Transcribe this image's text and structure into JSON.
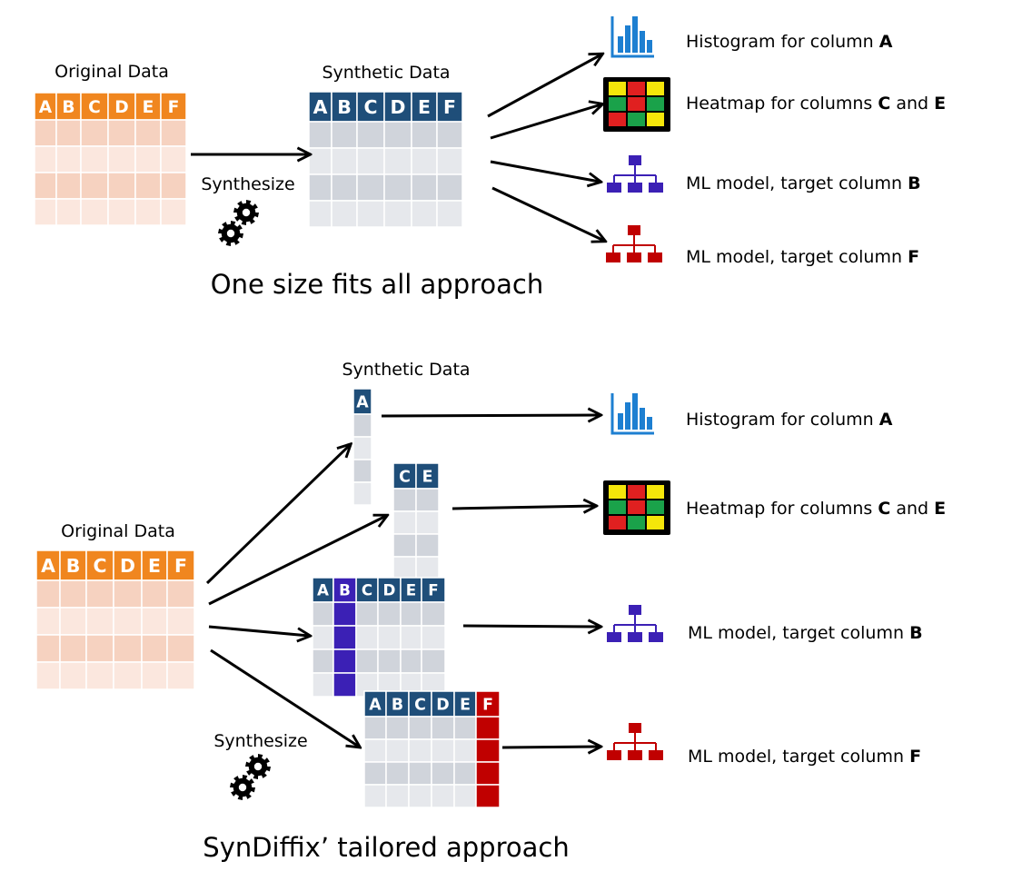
{
  "top": {
    "original_title": "Original Data",
    "synthetic_title": "Synthetic Data",
    "synthesize_label": "Synthesize",
    "caption": "One size fits all approach",
    "original_headers": [
      "A",
      "B",
      "C",
      "D",
      "E",
      "F"
    ],
    "synthetic_headers": [
      "A",
      "B",
      "C",
      "D",
      "E",
      "F"
    ],
    "outputs": [
      {
        "prefix": "Histogram for column ",
        "col1": "A",
        "mid": "",
        "col2": "",
        "icon": "histogram-icon"
      },
      {
        "prefix": "Heatmap for columns ",
        "col1": "C",
        "mid": " and ",
        "col2": "E",
        "icon": "heatmap-icon"
      },
      {
        "prefix": "ML model, target column ",
        "col1": "B",
        "mid": "",
        "col2": "",
        "icon": "ml-model-icon"
      },
      {
        "prefix": "ML model, target column ",
        "col1": "F",
        "mid": "",
        "col2": "",
        "icon": "ml-model-icon"
      }
    ]
  },
  "bottom": {
    "original_title": "Original Data",
    "synthetic_title": "Synthetic Data",
    "synthesize_label": "Synthesize",
    "caption": "SynDiffix’ tailored approach",
    "original_headers": [
      "A",
      "B",
      "C",
      "D",
      "E",
      "F"
    ],
    "table_a_headers": [
      "A"
    ],
    "table_ce_headers": [
      "C",
      "E"
    ],
    "table_b_headers": [
      "A",
      "B",
      "C",
      "D",
      "E",
      "F"
    ],
    "table_f_headers": [
      "A",
      "B",
      "C",
      "D",
      "E",
      "F"
    ],
    "outputs": [
      {
        "prefix": "Histogram for column ",
        "col1": "A",
        "mid": "",
        "col2": "",
        "icon": "histogram-icon"
      },
      {
        "prefix": "Heatmap for columns ",
        "col1": "C",
        "mid": " and ",
        "col2": "E",
        "icon": "heatmap-icon"
      },
      {
        "prefix": "ML model, target column ",
        "col1": "B",
        "mid": "",
        "col2": "",
        "icon": "ml-model-icon"
      },
      {
        "prefix": "ML model, target column ",
        "col1": "F",
        "mid": "",
        "col2": "",
        "icon": "ml-model-icon"
      }
    ]
  },
  "colors": {
    "orange": "#f0861f",
    "blue_header": "#1f4e79",
    "histogram_blue": "#1d7fd1",
    "purple": "#3b20b5",
    "red": "#c00000",
    "heat_red": "#e02020",
    "heat_green": "#1aa24a",
    "heat_yellow": "#f5e60a"
  }
}
